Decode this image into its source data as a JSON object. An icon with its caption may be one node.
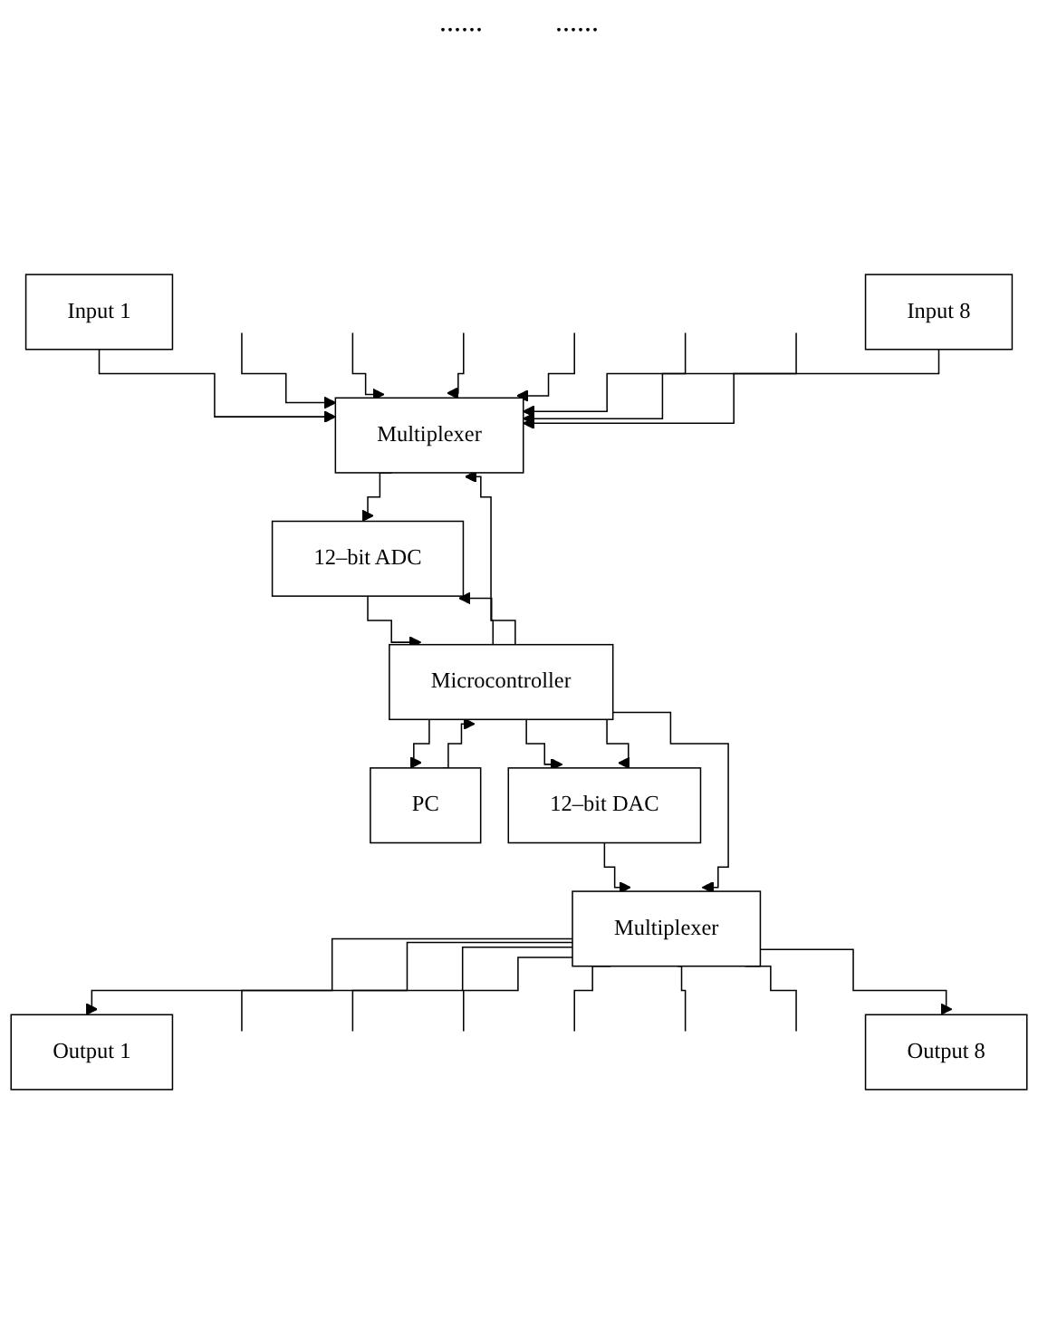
{
  "diagram": {
    "nodes": [
      {
        "text": [
          "Input 1"
        ]
      },
      {
        "text": [
          "Input 8"
        ]
      },
      {
        "text": [
          "Multiplexer"
        ]
      },
      {
        "text": [
          "12–bit ADC"
        ]
      },
      {
        "text": [
          "Microcontroller"
        ]
      },
      {
        "text": [
          "PC"
        ]
      },
      {
        "text": [
          "12–bit DAC"
        ]
      },
      {
        "text": [
          "Multiplexer"
        ]
      },
      {
        "text": [
          "Output 1"
        ]
      },
      {
        "text": [
          "Output 8"
        ]
      }
    ],
    "edges": [
      {
        "from": 0,
        "to": 2,
        "arrow": "to"
      },
      {
        "from": null,
        "to": 2,
        "arrow": "to"
      },
      {
        "from": null,
        "to": 2,
        "arrow": "to"
      },
      {
        "from": null,
        "to": 2,
        "arrow": "to"
      },
      {
        "from": null,
        "to": 2,
        "arrow": "to"
      },
      {
        "from": null,
        "to": 2,
        "arrow": "to"
      },
      {
        "from": null,
        "to": 2,
        "arrow": "to"
      },
      {
        "from": 1,
        "to": 2,
        "arrow": "to"
      },
      {
        "from": 2,
        "to": 3,
        "arrow": "to"
      },
      {
        "from": 3,
        "to": 4,
        "arrow": "to"
      },
      {
        "from": 4,
        "to": 2,
        "arrow": "to"
      },
      {
        "from": 4,
        "to": 3,
        "arrow": "to"
      },
      {
        "from": 4,
        "to": 5,
        "arrow": "to"
      },
      {
        "from": 5,
        "to": 4,
        "arrow": "to"
      },
      {
        "from": 4,
        "to": 6,
        "arrow": "to"
      },
      {
        "from": 4,
        "to": 6,
        "arrow": "to"
      },
      {
        "from": 6,
        "to": 7,
        "arrow": "to"
      },
      {
        "from": 4,
        "to": 7,
        "arrow": "to"
      },
      {
        "from": 7,
        "to": 8,
        "arrow": "to"
      },
      {
        "from": 7,
        "to": null,
        "arrow": "none"
      },
      {
        "from": 7,
        "to": null,
        "arrow": "none"
      },
      {
        "from": 7,
        "to": null,
        "arrow": "none"
      },
      {
        "from": 7,
        "to": null,
        "arrow": "none"
      },
      {
        "from": 7,
        "to": null,
        "arrow": "none"
      },
      {
        "from": 7,
        "to": null,
        "arrow": "none"
      },
      {
        "from": 7,
        "to": 9,
        "arrow": "to"
      }
    ],
    "labels": [
      "......",
      "......"
    ]
  }
}
